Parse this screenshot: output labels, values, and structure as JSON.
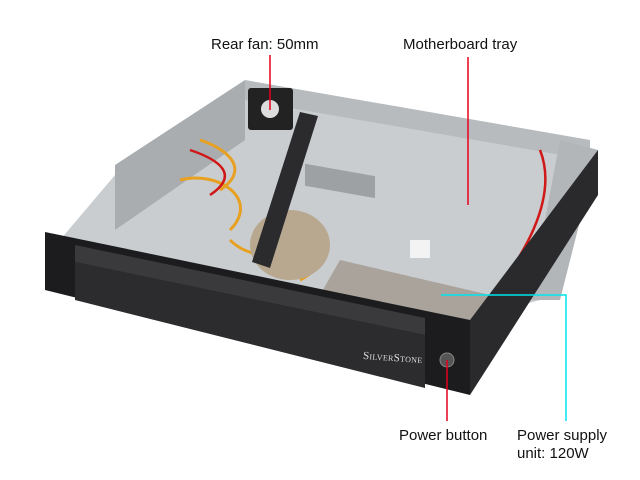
{
  "annotations": {
    "rear_fan": "Rear fan: 50mm",
    "motherboard_tray": "Motherboard tray",
    "power_button": "Power button",
    "psu_line1": "Power supply",
    "psu_line2": "unit: 120W"
  },
  "brand_logo": "SilverStone",
  "colors": {
    "callout_red": "#e8001c",
    "callout_cyan": "#00e5ee",
    "chassis_black": "#1c1c1e",
    "tray_gray": "#c8ccce"
  }
}
